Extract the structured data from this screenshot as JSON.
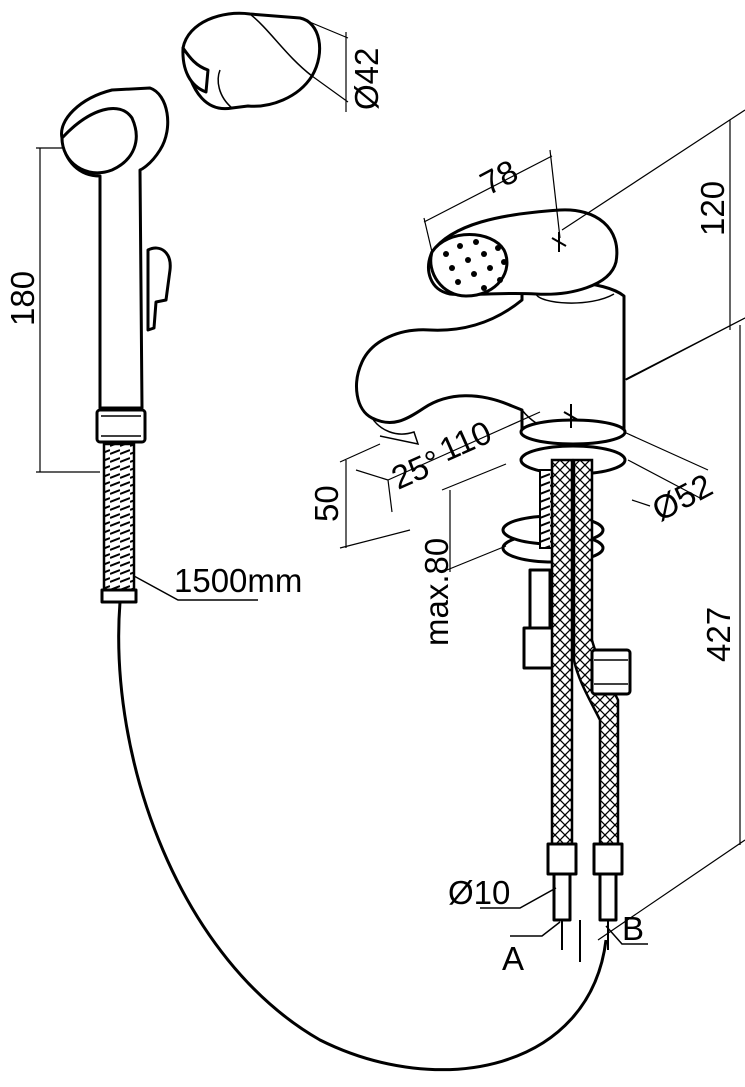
{
  "dimensions": {
    "holder_diameter": "Ø42",
    "handshower_height": "180",
    "hose_length": "1500mm",
    "lever_length": "78",
    "mixer_height": "120",
    "spout_height": "50",
    "spout_reach": "110",
    "spout_angle": "25°",
    "deck_thickness": "max.80",
    "base_diameter": "Ø52",
    "total_height": "427",
    "connector_diameter": "Ø10"
  },
  "connections": {
    "a": "A",
    "b": "B"
  }
}
